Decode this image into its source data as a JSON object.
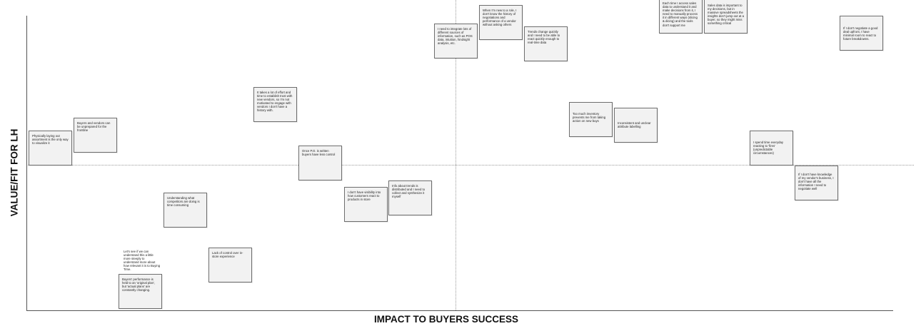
{
  "axes": {
    "x_label": "IMPACT TO BUYERS SUCCESS",
    "y_label": "VALUE/FIT FOR LH"
  },
  "notes": [
    "Physically laying out assortment is the only way to visualize it",
    "Buyers and vendors can be unprepared for the frontline",
    "It takes a lot of effort and time to establish trust with new vendors, so I'm not motivated to engage with vendors I don't have a history with.",
    "Once P.O. is written buyers have less control",
    "Understanding what competitors are doing is time consuming",
    "I don't have visibility into how customers react to products in store",
    "Info about trends is distributed and I need to collect and synthesize it myself",
    "Lack of control over in-store experience",
    "Buyers' performance is held to an 'original plan', but 'actual plans' are constantly changing.",
    "I need to integrate lots of different sources of information, such as POS data, intuition, hindsight analysis, etc.",
    "When I'm new to a role, I don't know the history of negotiations and performance of a vendor without asking others",
    "Trends change quickly and I need to be able to react quickly enough to real-time data",
    "Each time I access sales data to understand it and make decisions from it, I need to manually process it in different ways (slicing & dicing) and the tools don't support me",
    "Sales data is important to my decisions, but in massive spreadsheets the insights don't jump out at a buyer, so they might miss something critical",
    "If I don't negotiate a good deal upfront, I have minimal room to react to future breakdowns.",
    "Too much inventory prevents me from taking action on new buys",
    "Inconsistent and unclear attribute labelling",
    "I spend time everyday reacting to 'fires' (unpredictable circumstances)",
    "If I don't have knowledge of my vendor's business, I don't have all the information I need to negotiate well"
  ],
  "annotation": "Let's see if we can understand this a little more steeply to understand more about how relevant it is to Buying Time."
}
